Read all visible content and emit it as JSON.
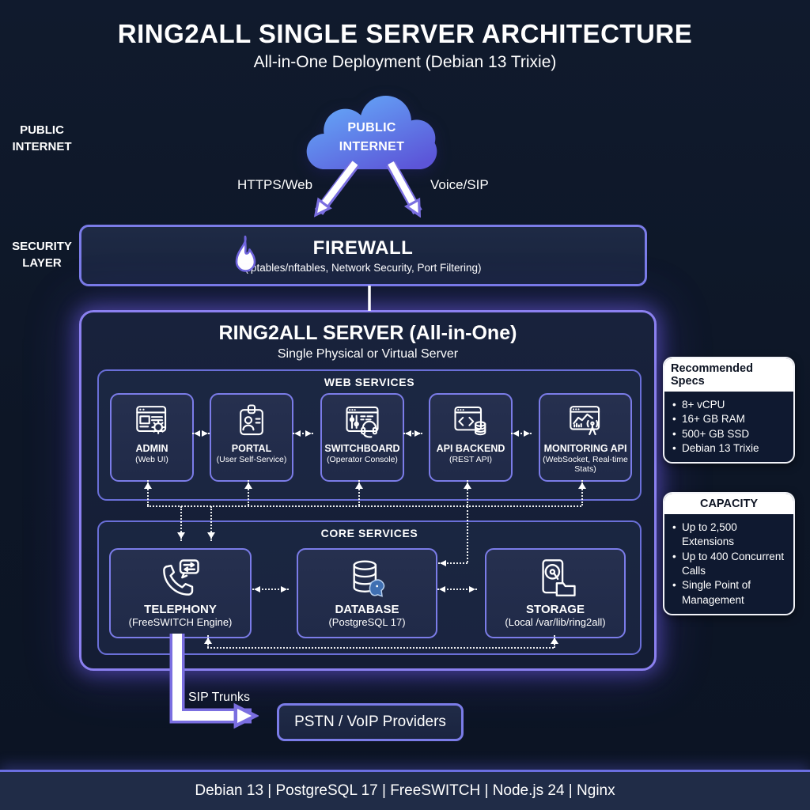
{
  "header": {
    "title": "RING2ALL SINGLE SERVER ARCHITECTURE",
    "subtitle": "All-in-One Deployment (Debian 13 Trixie)"
  },
  "side_labels": {
    "public_internet": "PUBLIC INTERNET",
    "security_layer": "SECURITY LAYER"
  },
  "cloud": {
    "label": "PUBLIC INTERNET"
  },
  "flows": {
    "https_web": "HTTPS/Web",
    "voice_sip": "Voice/SIP",
    "sip_trunks": "SIP Trunks"
  },
  "firewall": {
    "title": "FIREWALL",
    "subtitle": "(iptables/nftables, Network Security, Port Filtering)"
  },
  "server": {
    "title": "RING2ALL SERVER (All-in-One)",
    "subtitle": "Single Physical or Virtual Server",
    "web_services": {
      "label": "WEB SERVICES",
      "cards": [
        {
          "title": "ADMIN",
          "subtitle": "(Web UI)",
          "icon": "admin-browser-gear-icon"
        },
        {
          "title": "PORTAL",
          "subtitle": "(User Self-Service)",
          "icon": "id-badge-icon"
        },
        {
          "title": "SWITCHBOARD",
          "subtitle": "(Operator Console)",
          "icon": "mixer-headset-icon"
        },
        {
          "title": "API BACKEND",
          "subtitle": "(REST API)",
          "icon": "code-database-icon"
        },
        {
          "title": "MONITORING API",
          "subtitle": "(WebSocket, Real-time Stats)",
          "icon": "chart-antenna-icon"
        }
      ]
    },
    "core_services": {
      "label": "CORE SERVICES",
      "cards": [
        {
          "title": "TELEPHONY",
          "subtitle": "(FreeSWITCH Engine)",
          "icon": "phone-chat-icon"
        },
        {
          "title": "DATABASE",
          "subtitle": "(PostgreSQL 17)",
          "icon": "database-postgres-icon"
        },
        {
          "title": "STORAGE",
          "subtitle": "(Local /var/lib/ring2all)",
          "icon": "hdd-folder-icon"
        }
      ]
    }
  },
  "panels": {
    "specs": {
      "title": "Recommended Specs",
      "items": [
        "8+ vCPU",
        "16+ GB RAM",
        "500+ GB SSD",
        "Debian 13 Trixie"
      ]
    },
    "capacity": {
      "title": "CAPACITY",
      "items": [
        "Up to 2,500 Extensions",
        "Up to 400 Concurrent Calls",
        "Single Point of Management"
      ]
    }
  },
  "pstn": {
    "label": "PSTN / VoIP Providers"
  },
  "footer": {
    "text": "Debian 13 | PostgreSQL 17 | FreeSWITCH | Node.js 24 | Nginx"
  },
  "colors": {
    "background": "#0d1626",
    "accent_purple": "#7b7ce8",
    "server_glow": "#8b80f0",
    "cloud_top": "#64a8f8",
    "cloud_bottom": "#5c55d8",
    "panel_header_bg": "#ffffff",
    "text": "#ffffff"
  }
}
